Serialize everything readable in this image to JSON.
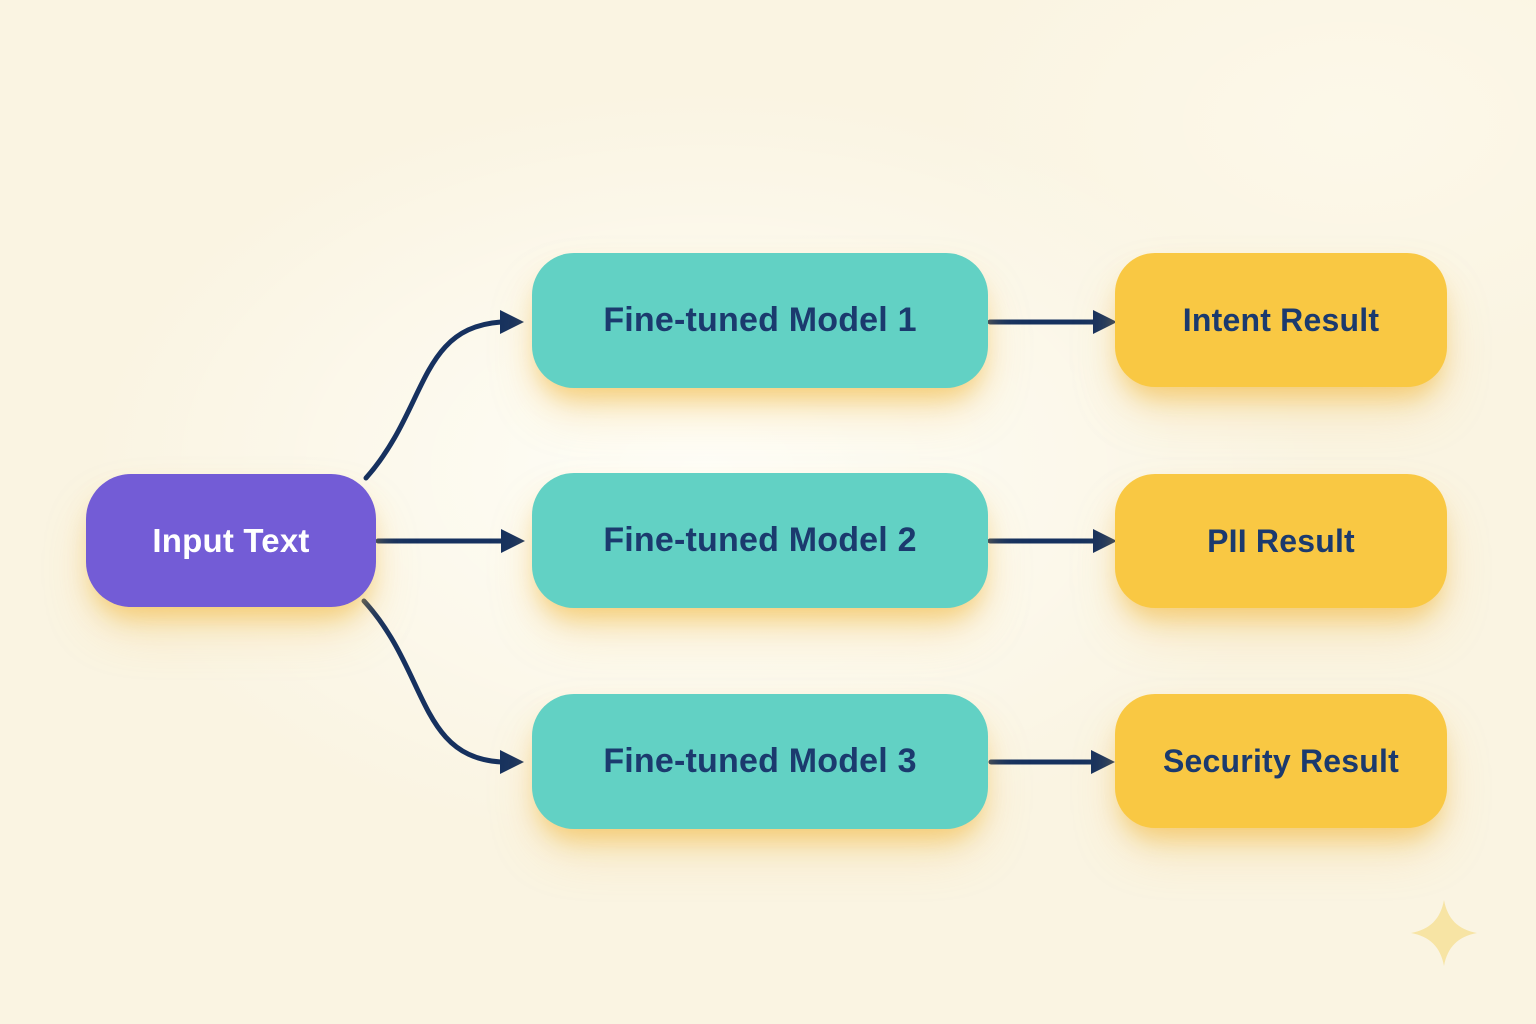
{
  "diagram": {
    "type": "flowchart",
    "nodes": {
      "input": {
        "id": "input",
        "label": "Input Text",
        "fill_color": "#735cd6",
        "text_color": "#ffffff"
      },
      "model1": {
        "id": "model1",
        "label": "Fine-tuned Model 1",
        "fill_color": "#62d1c4",
        "text_color": "#1b3a6e"
      },
      "model2": {
        "id": "model2",
        "label": "Fine-tuned Model 2",
        "fill_color": "#62d1c4",
        "text_color": "#1b3a6e"
      },
      "model3": {
        "id": "model3",
        "label": "Fine-tuned Model 3",
        "fill_color": "#62d1c4",
        "text_color": "#1b3a6e"
      },
      "result1": {
        "id": "result1",
        "label": "Intent Result",
        "fill_color": "#f9c843",
        "text_color": "#1b3a6e"
      },
      "result2": {
        "id": "result2",
        "label": "PII Result",
        "fill_color": "#f9c843",
        "text_color": "#1b3a6e"
      },
      "result3": {
        "id": "result3",
        "label": "Security Result",
        "fill_color": "#f9c843",
        "text_color": "#1b3a6e"
      }
    },
    "edges": [
      {
        "from": "input",
        "to": "model1",
        "style": "curved-arrow"
      },
      {
        "from": "input",
        "to": "model2",
        "style": "straight-arrow"
      },
      {
        "from": "input",
        "to": "model3",
        "style": "curved-arrow"
      },
      {
        "from": "model1",
        "to": "result1",
        "style": "straight-arrow"
      },
      {
        "from": "model2",
        "to": "result2",
        "style": "straight-arrow"
      },
      {
        "from": "model3",
        "to": "result3",
        "style": "straight-arrow"
      }
    ],
    "colors": {
      "background": "#faf4e2",
      "arrow": "#16315f",
      "glow_shadow": "#f2ba42",
      "sparkle": "#f7e4a4"
    },
    "icons": {
      "sparkle": "four-point-star"
    }
  }
}
